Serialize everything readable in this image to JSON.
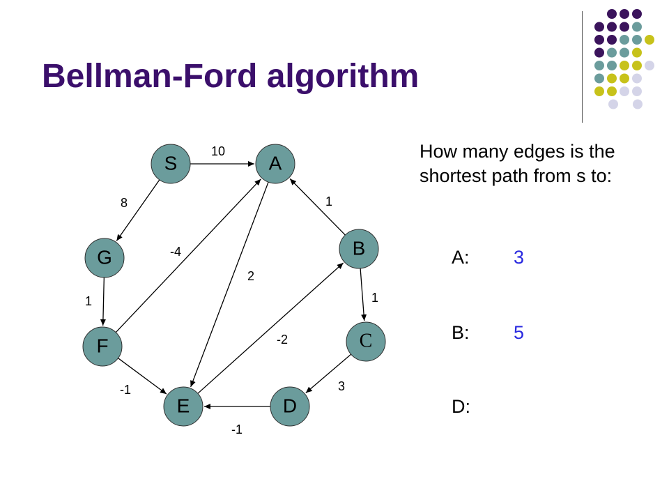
{
  "title": "Bellman-Ford algorithm",
  "question": "How many edges is the shortest path from s to:",
  "answers": [
    {
      "label": "A:",
      "value": "3"
    },
    {
      "label": "B:",
      "value": "5"
    },
    {
      "label": "D:",
      "value": ""
    }
  ],
  "colors": {
    "title": "#3b0f6b",
    "node_fill": "#6b9c9c",
    "answer_value": "#2a2ae0",
    "dot_purple": "#3b145c",
    "dot_teal": "#6b9c9c",
    "dot_yellow": "#c7c21a",
    "dot_lavender": "#d4d4e8"
  },
  "graph": {
    "nodes": [
      {
        "id": "S",
        "label": "S"
      },
      {
        "id": "A",
        "label": "A"
      },
      {
        "id": "G",
        "label": "G"
      },
      {
        "id": "B",
        "label": "B"
      },
      {
        "id": "F",
        "label": "F"
      },
      {
        "id": "C",
        "label": "C"
      },
      {
        "id": "E",
        "label": "E"
      },
      {
        "id": "D",
        "label": "D"
      }
    ],
    "edges": [
      {
        "from": "S",
        "to": "A",
        "weight": "10"
      },
      {
        "from": "S",
        "to": "G",
        "weight": "8"
      },
      {
        "from": "G",
        "to": "F",
        "weight": "1"
      },
      {
        "from": "F",
        "to": "A",
        "weight": "-4"
      },
      {
        "from": "A",
        "to": "E",
        "weight": "2"
      },
      {
        "from": "B",
        "to": "A",
        "weight": "1"
      },
      {
        "from": "B",
        "to": "C",
        "weight": "1"
      },
      {
        "from": "E",
        "to": "B",
        "weight": "-2"
      },
      {
        "from": "C",
        "to": "D",
        "weight": "3"
      },
      {
        "from": "F",
        "to": "E",
        "weight": "-1"
      },
      {
        "from": "D",
        "to": "E",
        "weight": "-1"
      }
    ]
  }
}
